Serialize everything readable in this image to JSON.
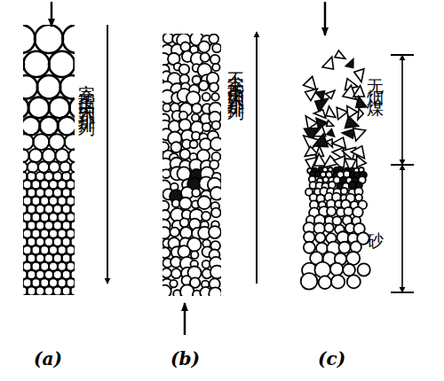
{
  "diagram": {
    "labels": [
      "完全按由大到小排列",
      "不完全按由大到小排列",
      "无烟煤",
      "砂",
      "(a)",
      "(b)",
      "(c)"
    ]
  }
}
